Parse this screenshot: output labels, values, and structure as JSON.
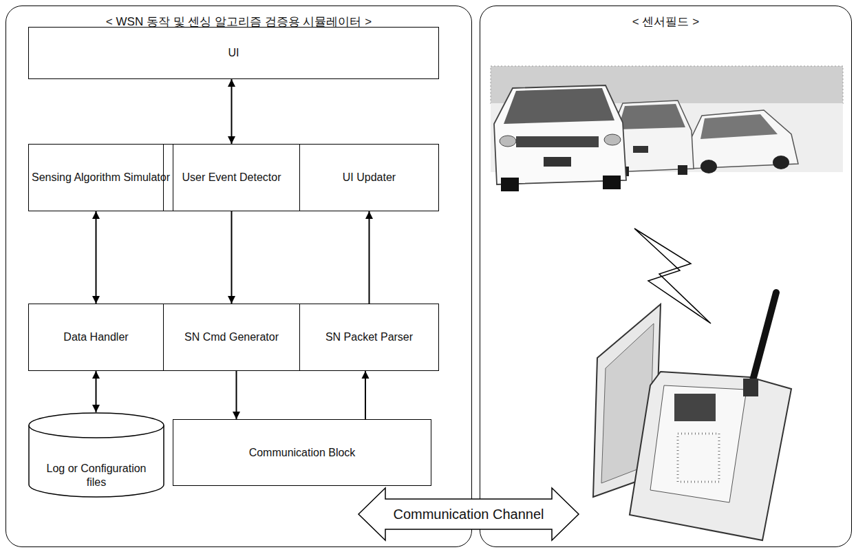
{
  "diagram": {
    "nodes": [
      {
        "text": [
          "< WSN 동작 및 센싱 알고리즘 검증용 시뮬레이터 >"
        ]
      },
      {
        "text": [
          "UI"
        ],
        "in": 0
      },
      {
        "text": [
          "Sensing Algorithm Simulator"
        ],
        "in": 0
      },
      {
        "text": [
          "User Event Detector"
        ],
        "in": 0
      },
      {
        "text": [
          "UI Updater"
        ],
        "in": 0
      },
      {
        "text": [
          "Data Handler"
        ],
        "in": 0
      },
      {
        "text": [
          "SN Cmd Generator"
        ],
        "in": 0
      },
      {
        "text": [
          "SN Packet Parser"
        ],
        "in": 0
      },
      {
        "text": [
          "Log or Configuration files"
        ],
        "in": 0
      },
      {
        "text": [
          "Communication Block"
        ],
        "in": 0
      },
      {
        "text": [
          "< 센서필드 >"
        ]
      },
      {
        "text": [
          "Communication Channel"
        ]
      }
    ],
    "edges": [
      {
        "from": 1,
        "to": 3,
        "arrow": "both"
      },
      {
        "from": 2,
        "to": 5,
        "arrow": "both"
      },
      {
        "from": 3,
        "to": 6,
        "arrow": "to"
      },
      {
        "from": 5,
        "to": 8,
        "arrow": "both"
      },
      {
        "from": 6,
        "to": 9,
        "arrow": "to"
      },
      {
        "from": 9,
        "to": 7,
        "arrow": "to"
      },
      {
        "from": 7,
        "to": 4,
        "arrow": "to"
      }
    ]
  }
}
